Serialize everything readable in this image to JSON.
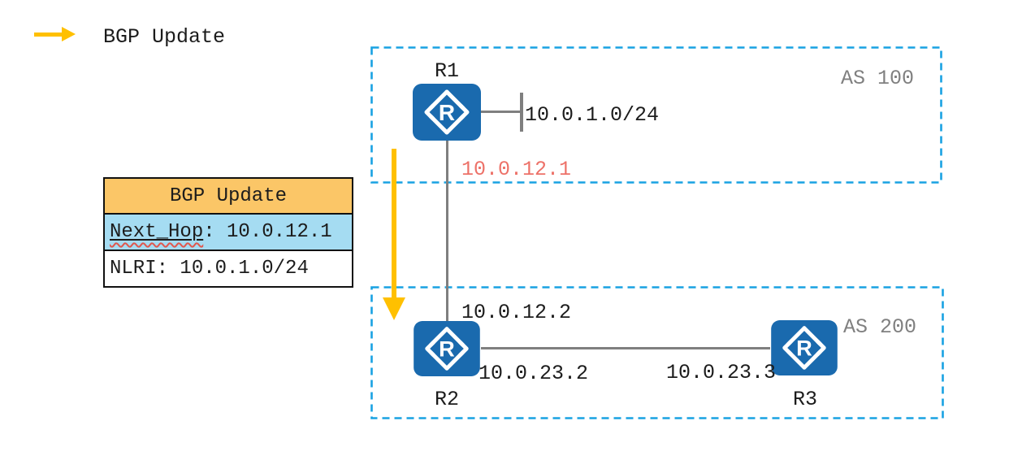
{
  "legend": {
    "label": "BGP Update"
  },
  "packet": {
    "title": "BGP Update",
    "next_hop_label": "Next_Hop",
    "separator": ": ",
    "next_hop_value": "10.0.12.1",
    "nlri_label": "NLRI",
    "nlri_value": "10.0.1.0/24"
  },
  "as_domains": {
    "as100": {
      "label": "AS 100"
    },
    "as200": {
      "label": "AS 200"
    }
  },
  "routers": {
    "r1": {
      "name": "R1"
    },
    "r2": {
      "name": "R2"
    },
    "r3": {
      "name": "R3"
    },
    "icon_letter": "R"
  },
  "ip_labels": {
    "r1_lan": "10.0.1.0/24",
    "r1_interface": "10.0.12.1",
    "r2_interface_12": "10.0.12.2",
    "r2_interface_23": "10.0.23.2",
    "r3_interface_23": "10.0.23.3"
  },
  "colors": {
    "router_blue": "#1A6AAE",
    "as_border_blue": "#19A2E2",
    "arrow_yellow": "#FFC000",
    "link_gray": "#7F7F7F",
    "highlight_red": "#ED7168",
    "table_header_orange": "#FBC667",
    "table_row_blue": "#A5DCF2"
  }
}
